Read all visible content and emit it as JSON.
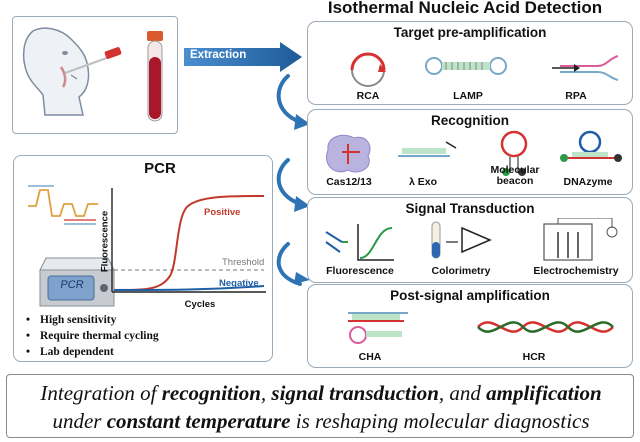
{
  "title": "Isothermal Nucleic Acid Detection",
  "extraction_label": "Extraction",
  "panels": [
    {
      "title": "Target pre-amplification",
      "items": [
        "RCA",
        "LAMP",
        "RPA"
      ]
    },
    {
      "title": "Recognition",
      "items": [
        "Cas12/13",
        "λ Exo",
        "Molecular\nbeacon",
        "DNAzyme"
      ]
    },
    {
      "title": "Signal Transduction",
      "items": [
        "Fluorescence",
        "Colorimetry",
        "Electrochemistry"
      ]
    },
    {
      "title": "Post-signal amplification",
      "items": [
        "CHA",
        "HCR"
      ]
    }
  ],
  "pcr": {
    "title": "PCR",
    "device_label": "PCR",
    "chart": {
      "xlabel": "Cycles",
      "ylabel": "Fluorescence",
      "positive_label": "Positive",
      "threshold_label": "Threshold",
      "negative_label": "Negative"
    },
    "bullets": [
      "High sensitivity",
      "Require thermal cycling",
      "Lab dependent"
    ]
  },
  "summary": {
    "line1": [
      "Integration of ",
      "recognition",
      ", ",
      "signal transduction",
      ", and ",
      "amplification"
    ],
    "line2": [
      "under ",
      "constant temperature",
      " is reshaping molecular diagnostics"
    ]
  },
  "colors": {
    "arrow_blue": "#2e74b5",
    "positive": "#c0392b",
    "negative": "#1f5fa8",
    "panel_border": "#9aaab8"
  }
}
